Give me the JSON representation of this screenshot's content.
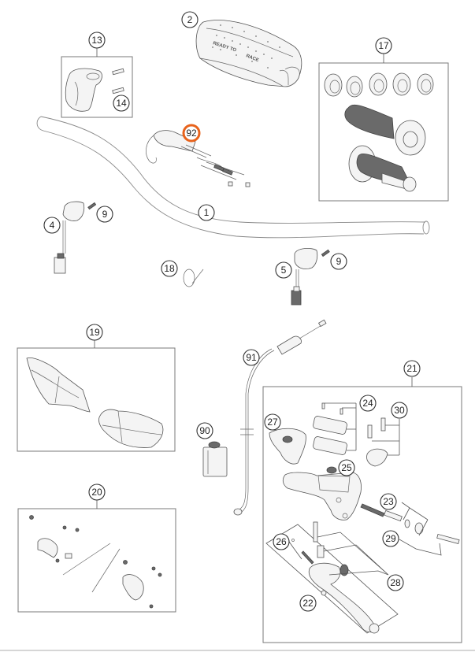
{
  "diagram": {
    "title": "Handlebar, controls parts diagram",
    "highlight_color": "#e8631c",
    "pad_printed_text": [
      "READY TO",
      "RACE"
    ],
    "callouts": [
      {
        "id": "c1",
        "label": "1",
        "part": "handlebar"
      },
      {
        "id": "c2",
        "label": "2",
        "part": "handlebar-pad"
      },
      {
        "id": "c4",
        "label": "4",
        "part": "left-switch"
      },
      {
        "id": "c5",
        "label": "5",
        "part": "right-switch"
      },
      {
        "id": "c9a",
        "label": "9",
        "part": "screw-left"
      },
      {
        "id": "c9b",
        "label": "9",
        "part": "screw-right"
      },
      {
        "id": "c13",
        "label": "13",
        "part": "throttle-housing-kit"
      },
      {
        "id": "c14",
        "label": "14",
        "part": "throttle-screws"
      },
      {
        "id": "c17",
        "label": "17",
        "part": "grip-set"
      },
      {
        "id": "c18",
        "label": "18",
        "part": "cable-tie"
      },
      {
        "id": "c19",
        "label": "19",
        "part": "handguard-set"
      },
      {
        "id": "c20",
        "label": "20",
        "part": "handguard-mounting-kit"
      },
      {
        "id": "c21",
        "label": "21",
        "part": "clutch-master-cylinder"
      },
      {
        "id": "c22",
        "label": "22",
        "part": "clutch-lever"
      },
      {
        "id": "c23",
        "label": "23",
        "part": "piston-kit"
      },
      {
        "id": "c24",
        "label": "24",
        "part": "reservoir-cover-kit"
      },
      {
        "id": "c25",
        "label": "25",
        "part": "adjuster"
      },
      {
        "id": "c26",
        "label": "26",
        "part": "lever-spring-kit"
      },
      {
        "id": "c27",
        "label": "27",
        "part": "lever-guard"
      },
      {
        "id": "c28",
        "label": "28",
        "part": "lever-pivot-kit"
      },
      {
        "id": "c29",
        "label": "29",
        "part": "push-rod"
      },
      {
        "id": "c30",
        "label": "30",
        "part": "clamp-kit"
      },
      {
        "id": "c90",
        "label": "90",
        "part": "hydraulic-fluid"
      },
      {
        "id": "c91",
        "label": "91",
        "part": "clutch-line"
      },
      {
        "id": "c92",
        "label": "92",
        "part": "throttle-cables",
        "highlighted": true
      }
    ]
  }
}
